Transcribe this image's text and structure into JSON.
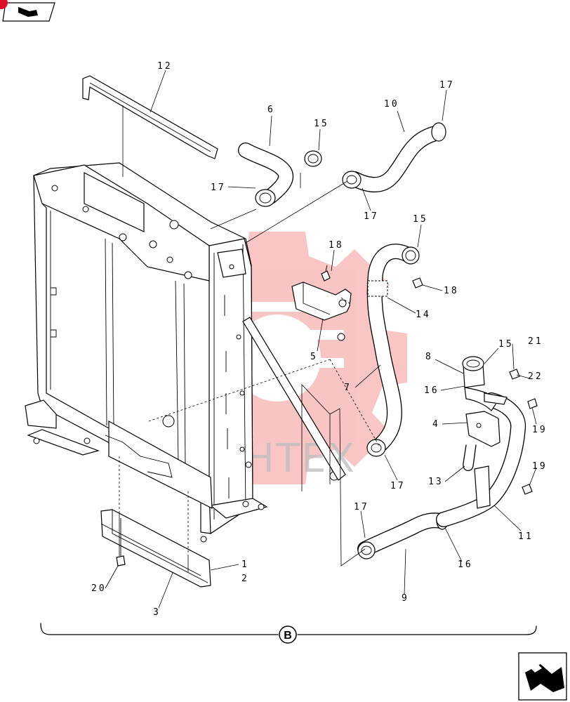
{
  "callouts": [
    "1",
    "2",
    "3",
    "4",
    "5",
    "6",
    "7",
    "8",
    "9",
    "10",
    "11",
    "12",
    "13",
    "14",
    "15",
    "15",
    "15",
    "16",
    "16",
    "17",
    "17",
    "17",
    "17",
    "17",
    "18",
    "18",
    "19",
    "19",
    "20",
    "21",
    "22"
  ],
  "section_marker": "B",
  "watermark": "ИНТЕХ",
  "colors": {
    "line": "#000000",
    "watermark_gear": "#e8312f",
    "watermark_text": "#bdbdbd",
    "badge": "#e0102a"
  },
  "icons": {
    "top_left_nav": "prev-page-arrow-icon",
    "bottom_right_nav": "next-page-arrow-icon"
  }
}
